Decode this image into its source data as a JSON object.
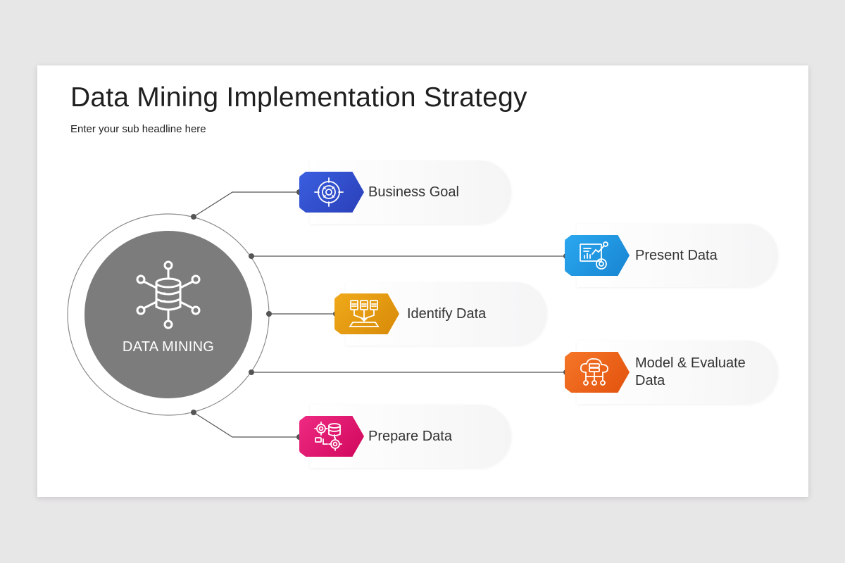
{
  "slide": {
    "title": "Data Mining Implementation Strategy",
    "subtitle": "Enter your sub headline here"
  },
  "hub": {
    "label": "DATA MINING",
    "icon": "database-network-icon",
    "color": "#7c7c7c"
  },
  "steps": [
    {
      "label": "Business Goal",
      "icon": "target-gear-icon",
      "color": "#2f4fcf"
    },
    {
      "label": "Present Data",
      "icon": "chart-presentation-icon",
      "color": "#1f97e3"
    },
    {
      "label": "Identify Data",
      "icon": "documents-select-icon",
      "color": "#e49a0e"
    },
    {
      "label": "Model & Evaluate Data",
      "icon": "cloud-server-icon",
      "color": "#f0621a"
    },
    {
      "label": "Prepare Data",
      "icon": "gears-database-icon",
      "color": "#e3136f"
    }
  ]
}
